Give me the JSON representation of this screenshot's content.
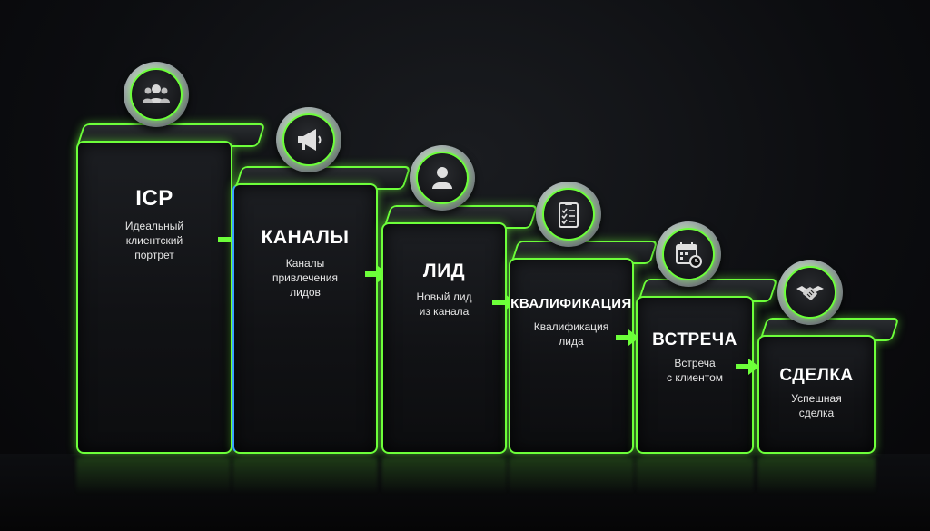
{
  "steps": [
    {
      "title": "ICP",
      "desc": [
        "Идеальный",
        "клиентский",
        "портрет"
      ],
      "icon": "users-icon"
    },
    {
      "title": "КАНАЛЫ",
      "desc": [
        "Каналы",
        "привлечения",
        "лидов"
      ],
      "icon": "megaphone-icon"
    },
    {
      "title": "ЛИД",
      "desc": [
        "Новый лид",
        "из канала"
      ],
      "icon": "user-icon"
    },
    {
      "title": "КВАЛИФИКАЦИЯ",
      "desc": [
        "Квалификация",
        "лида"
      ],
      "icon": "checklist-icon"
    },
    {
      "title": "ВСТРЕЧА",
      "desc": [
        "Встреча",
        "с клиентом"
      ],
      "icon": "calendar-icon"
    },
    {
      "title": "СДЕЛКА",
      "desc": [
        "Успешная",
        "сделка"
      ],
      "icon": "handshake-icon"
    }
  ],
  "colors": {
    "accent": "#6dff3a",
    "edge_blue": "#3aa0ff",
    "background": "#0c0d10"
  }
}
